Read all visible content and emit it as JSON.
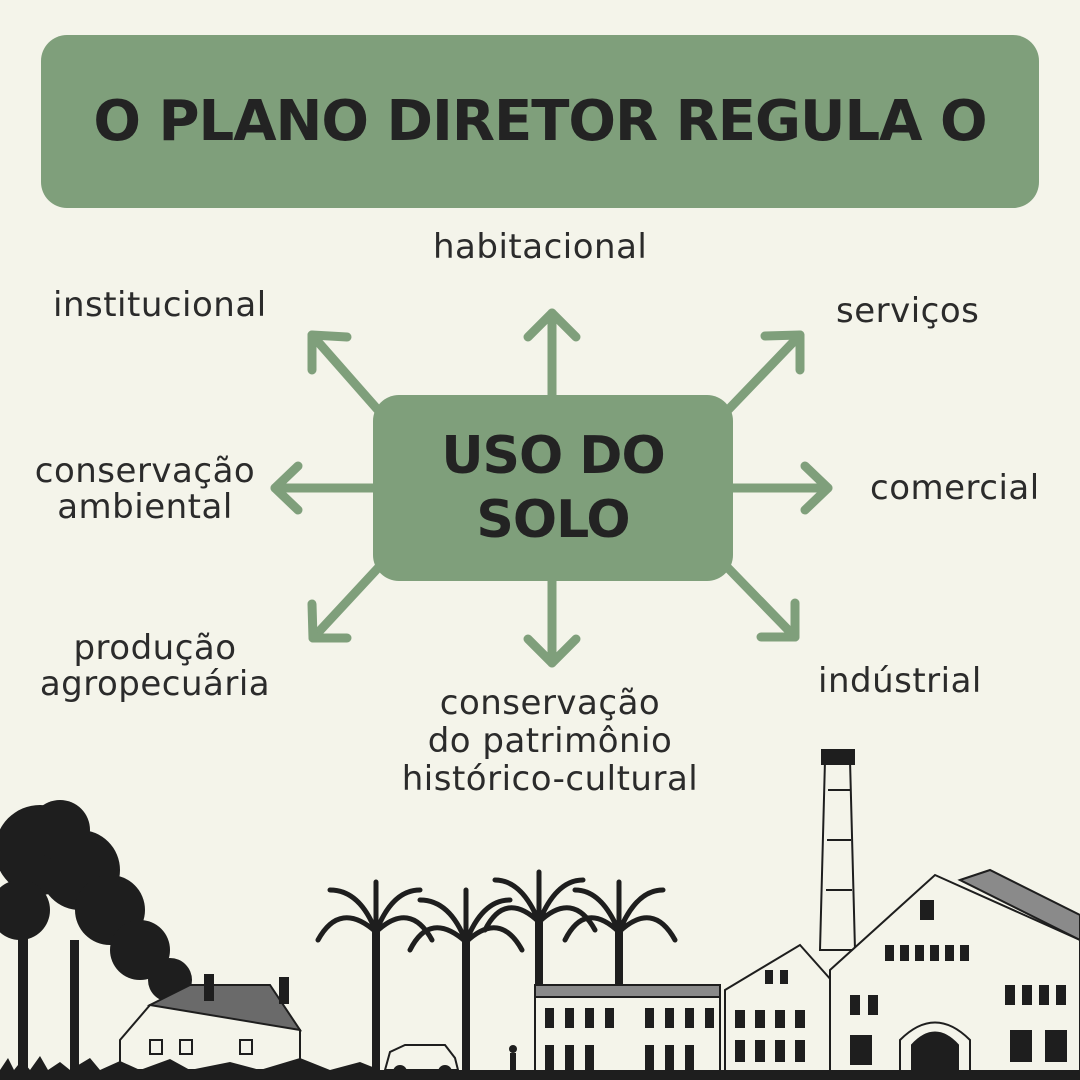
{
  "header": {
    "title": "O PLANO DIRETOR REGULA O"
  },
  "center": {
    "line1": "USO DO",
    "line2": "SOLO"
  },
  "uses": {
    "habitacional": "habitacional",
    "institucional": "institucional",
    "servicos": "serviços",
    "conservacao_ambiental": [
      "conservação",
      "ambiental"
    ],
    "comercial": "comercial",
    "producao_agropecuaria": [
      "produção",
      "agropecuária"
    ],
    "industrial": "indústrial",
    "conservacao_patrimonio": [
      "conservação",
      "do patrimônio",
      "histórico-cultural"
    ]
  },
  "colors": {
    "accent": "#7f9f7b",
    "background": "#f4f4ea",
    "text": "#2b2b2b"
  },
  "illustration": "city-skyline-illustration"
}
